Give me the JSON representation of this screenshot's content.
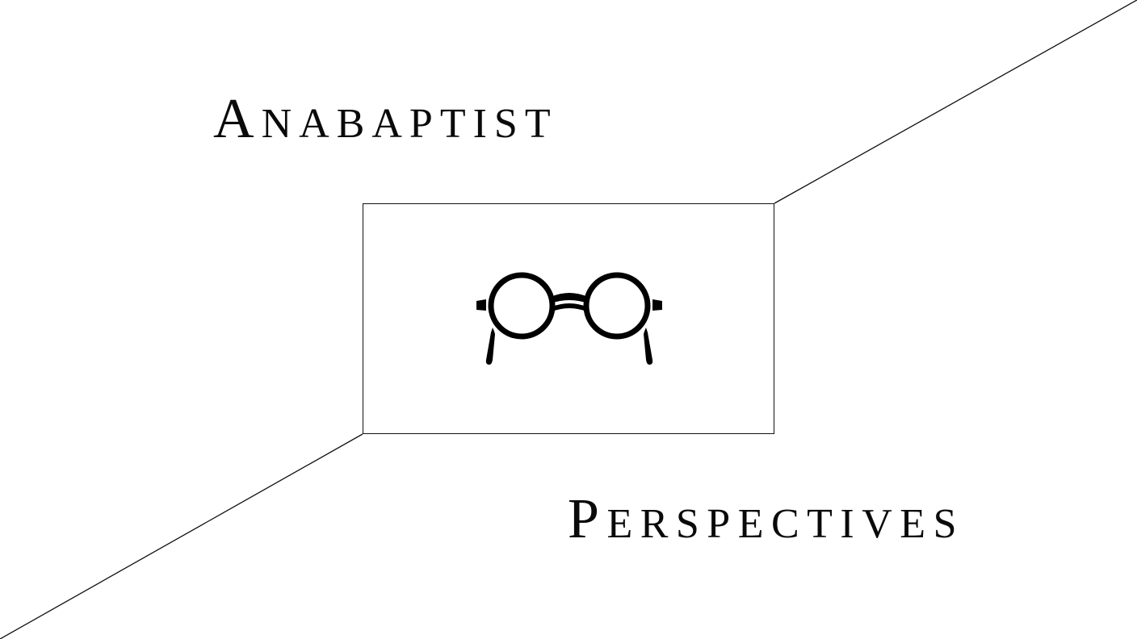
{
  "title": {
    "line1": {
      "initial": "A",
      "rest": "NABAPTIST"
    },
    "line2": {
      "initial": "P",
      "rest": "ERSPECTIVES"
    }
  },
  "emblem": {
    "icon": "round-eyeglasses-icon"
  },
  "colors": {
    "background": "#ffffff",
    "ink": "#000000"
  }
}
